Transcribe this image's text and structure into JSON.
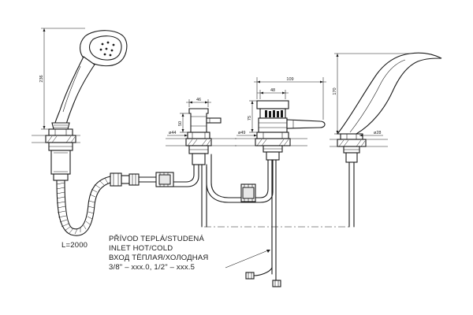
{
  "dimensions": {
    "hand_shower_height": "236",
    "hose_length": "L=2000",
    "diverter_width": "46",
    "diverter_height": "50",
    "diverter_base_dia": "ø44",
    "mixer_total_width": "109",
    "mixer_body_width": "48",
    "mixer_height": "75",
    "mixer_base_dia": "ø49",
    "spout_height": "170",
    "spout_base_dia": "ø28"
  },
  "inlet_note": {
    "line1": "PŘÍVOD TEPLÁ/STUDENÁ",
    "line2": "INLET HOT/COLD",
    "line3": "ВХОД ТЁПЛАЯ/ХОЛОДНАЯ",
    "line4": "3/8\" – xxx.0, 1/2\" – xxx.5"
  },
  "colors": {
    "line": "#1a1a1a",
    "background": "#ffffff"
  }
}
